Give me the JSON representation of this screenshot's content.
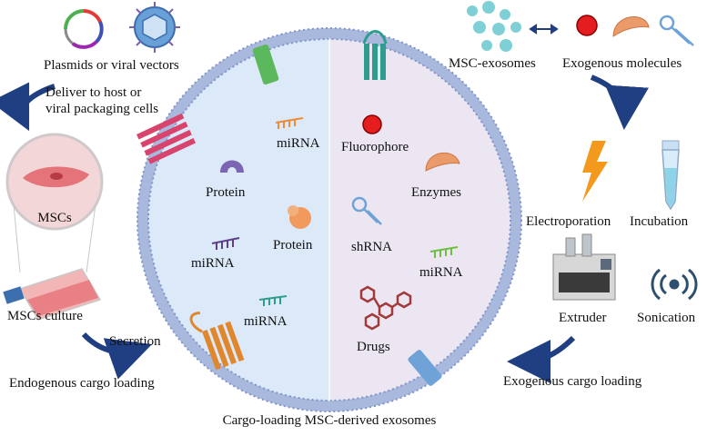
{
  "labels": {
    "plasmids": "Plasmids or viral vectors",
    "deliver_line1": "Deliver to host or",
    "deliver_line2": "viral packaging cells",
    "mscs": "MSCs",
    "mscs_culture": "MSCs culture",
    "secretion": "Secretion",
    "endogenous": "Endogenous cargo loading",
    "bottom_title": "Cargo-loading MSC-derived exosomes",
    "msc_exosomes": "MSC-exosomes",
    "exogenous_molecules": "Exogenous molecules",
    "electroporation": "Electroporation",
    "incubation": "Incubation",
    "extruder": "Extruder",
    "sonication": "Sonication",
    "exogenous_loading": "Exogenous cargo loading"
  },
  "cargo_left": {
    "mirna_top": "miRNA",
    "protein_left": "Protein",
    "protein_right": "Protein",
    "mirna_mid": "miRNA",
    "mirna_bottom": "miRNA"
  },
  "cargo_right": {
    "fluorophore": "Fluorophore",
    "enzymes": "Enzymes",
    "shrna": "shRNA",
    "mirna": "miRNA",
    "drugs": "Drugs"
  },
  "colors": {
    "left_fill": "#dbe9f8",
    "right_fill": "#ece6f2",
    "membrane": "#7f95c8",
    "arrow": "#1f3f82",
    "exosome_dot": "#7fd0d6",
    "red_dot": "#e41e1e",
    "enzyme": "#eb9a6a",
    "protein_left": "#7c66b4",
    "protein_right": "#f19a5e",
    "mirna_orange": "#f08b3b",
    "mirna_purple": "#5b3f87",
    "mirna_teal": "#2e9d8d",
    "mirna_green": "#6dbf42",
    "shrna": "#6fa3d8",
    "drugs": "#a33a3a",
    "lightning": "#f39a1e"
  },
  "icons": [
    "plasmid-icon",
    "virus-icon",
    "cell-icon",
    "flask-icon",
    "exosome-cluster-icon",
    "fluorophore-icon",
    "enzyme-icon",
    "shrna-icon",
    "lightning-icon",
    "tube-icon",
    "extruder-icon",
    "sonication-icon",
    "membrane-protein-icon"
  ]
}
